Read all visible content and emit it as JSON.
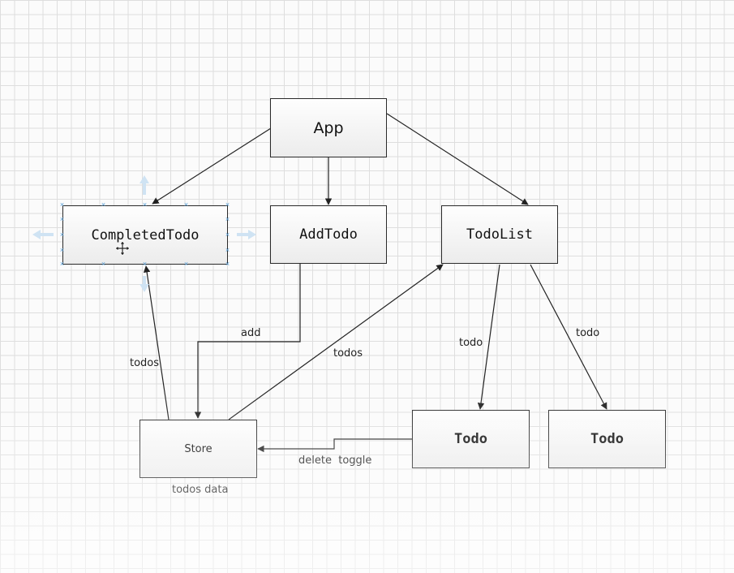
{
  "nodes": {
    "app": "App",
    "completed_todo": "CompletedTodo",
    "add_todo": "AddTodo",
    "todo_list": "TodoList",
    "store": "Store",
    "todo_1": "Todo",
    "todo_2": "Todo"
  },
  "edge_labels": {
    "add": "add",
    "todos_left": "todos",
    "todos_right": "todos",
    "todo_left": "todo",
    "todo_right": "todo",
    "delete_toggle": "delete  toggle"
  },
  "captions": {
    "store_caption": "todos data"
  },
  "colors": {
    "grid": "#dedede",
    "edge": "#222222",
    "selection": "#5aa0d8"
  },
  "icons": {
    "cursor": "move-cursor-icon"
  }
}
